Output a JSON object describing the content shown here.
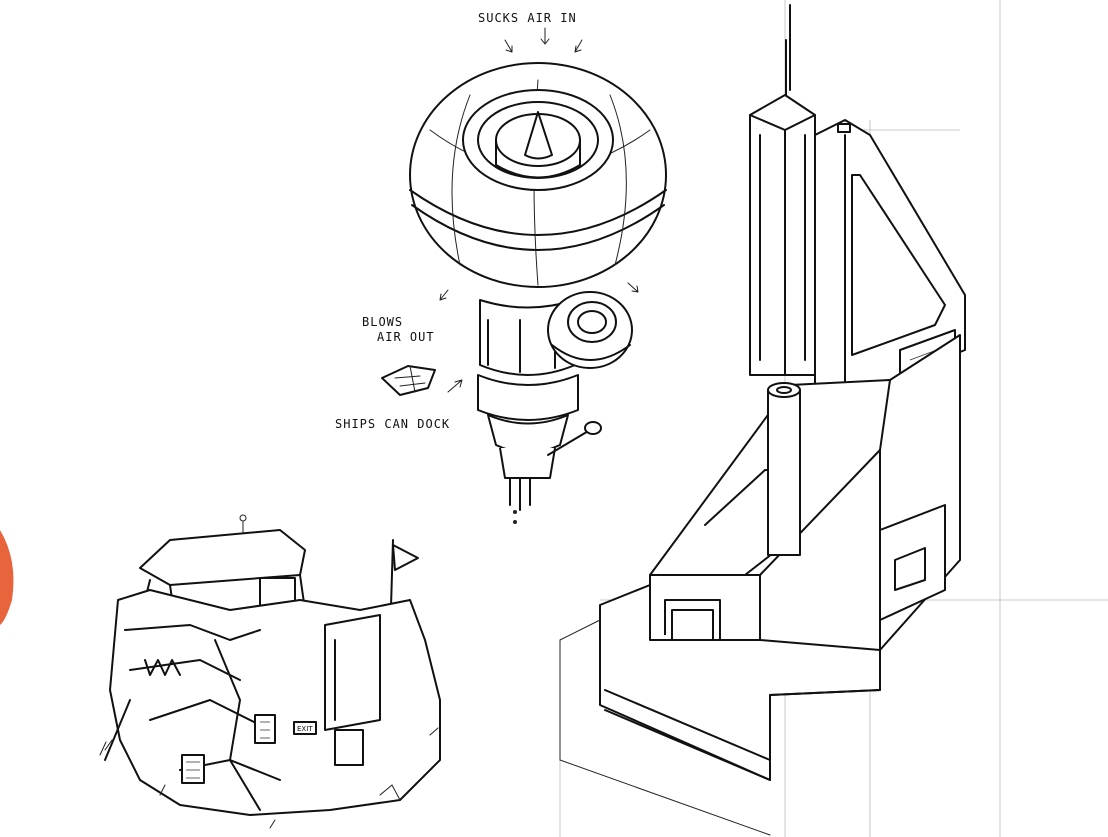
{
  "labels": {
    "sucks_air": "SUCKS AIR IN",
    "blows_air": "BLOWS",
    "blows_air_2": "AIR OUT",
    "ships_dock": "SHIPS CAN DOCK"
  },
  "colors": {
    "ink": "#111111",
    "paper": "#ffffff",
    "edge_accent": "#e8643c"
  }
}
